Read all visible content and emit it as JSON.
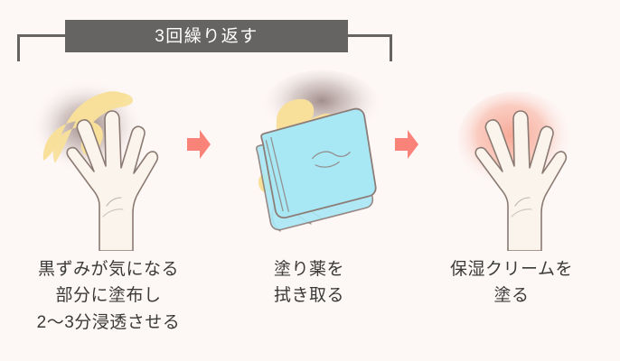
{
  "theme": {
    "background": "#fdf7f6",
    "banner_bg": "#666463",
    "banner_text": "#ffffff",
    "bracket": "#666463",
    "caption_text": "#3a3a38",
    "arrow": "#f98379",
    "skin": "#fbf4ec",
    "skin_outline": "#8a7a72",
    "cream_yellow": "#f8e09a",
    "cloth_blue": "#a8e8f5",
    "cloth_outline": "#8d7d78",
    "dark_spot": "#9c8a88",
    "glow_pink": "#f7b6a8"
  },
  "header": {
    "banner_label": "3回繰り返す"
  },
  "steps": [
    {
      "index": "1",
      "art_name": "hand-with-yellow-cream-on-dark-spot",
      "caption_lines": [
        "黒ずみが気になる",
        "部分に塗布し",
        "2〜3分浸透させる"
      ]
    },
    {
      "index": "2",
      "art_name": "blue-cloth-wiping-cream",
      "caption_lines": [
        "塗り薬を",
        "拭き取る"
      ]
    },
    {
      "index": "3",
      "art_name": "hand-with-pink-moisturized-glow",
      "caption_lines": [
        "保湿クリームを",
        "塗る"
      ]
    }
  ],
  "arrows": [
    {
      "name": "arrow-step-1-to-2",
      "direction": "right"
    },
    {
      "name": "arrow-step-2-to-3",
      "direction": "right"
    }
  ]
}
